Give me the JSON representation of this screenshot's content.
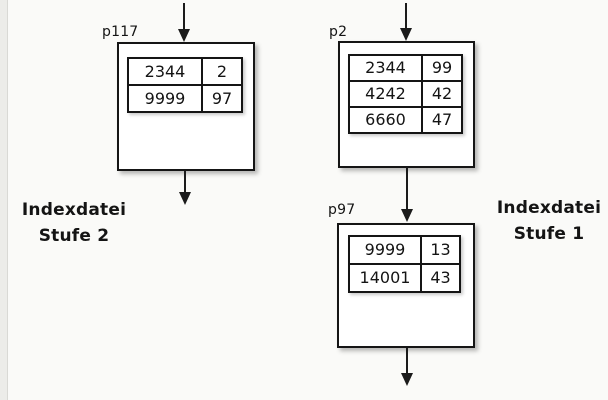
{
  "diagram": {
    "left_caption": {
      "line1": "Indexdatei",
      "line2": "Stufe 2"
    },
    "right_caption": {
      "line1": "Indexdatei",
      "line2": "Stufe 1"
    },
    "nodes": [
      {
        "id": "p117",
        "rows": [
          {
            "key": "2344",
            "ptr": "2"
          },
          {
            "key": "9999",
            "ptr": "97"
          }
        ]
      },
      {
        "id": "p2",
        "rows": [
          {
            "key": "2344",
            "ptr": "99"
          },
          {
            "key": "4242",
            "ptr": "42"
          },
          {
            "key": "6660",
            "ptr": "47"
          }
        ]
      },
      {
        "id": "p97",
        "rows": [
          {
            "key": "9999",
            "ptr": "13"
          },
          {
            "key": "14001",
            "ptr": "43"
          }
        ]
      }
    ],
    "colors": {
      "background": "#fafaf8",
      "box_fill": "#ffffff",
      "border": "#151515",
      "arrow": "#1b1b1b"
    }
  }
}
